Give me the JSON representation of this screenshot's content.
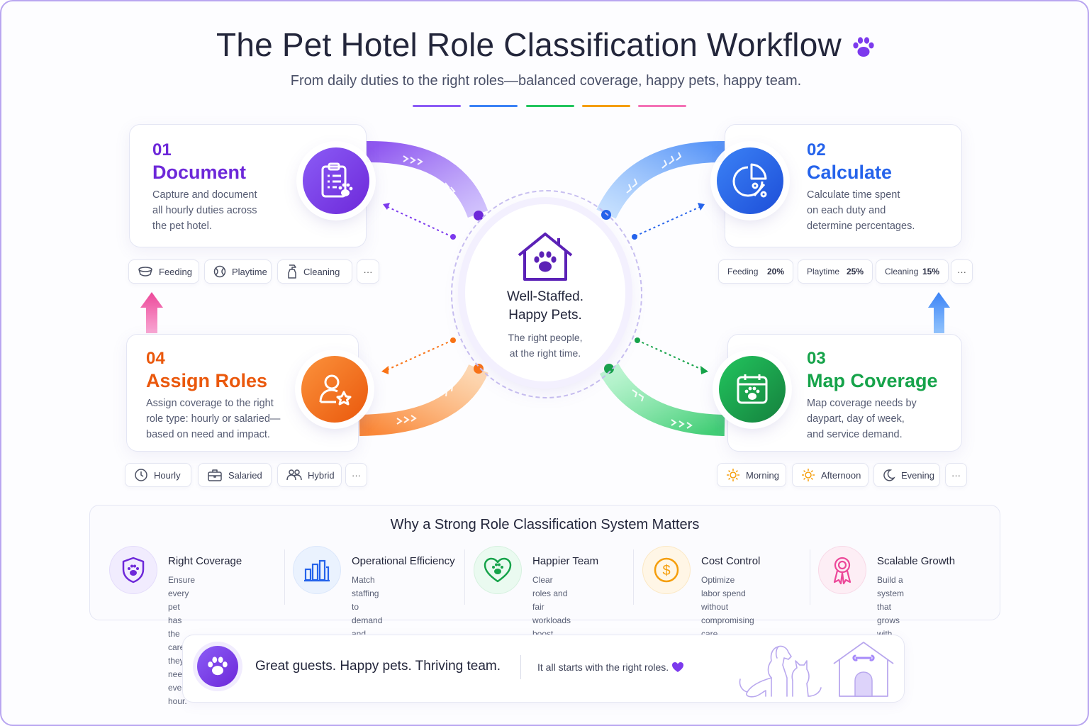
{
  "header": {
    "title": "The Pet Hotel Role Classification Workflow",
    "subtitle": "From daily duties to the right roles—balanced coverage, happy pets, happy team.",
    "accent_colors": [
      "#8b5cf6",
      "#3b82f6",
      "#22c55e",
      "#f59e0b",
      "#f472b6"
    ]
  },
  "steps": [
    {
      "number": "01",
      "title": "Document",
      "description": "Capture and document\nall hourly duties across\nthe pet hotel.",
      "color": "#6d28d9",
      "icon": "clipboard-paw-icon"
    },
    {
      "number": "02",
      "title": "Calculate",
      "description": "Calculate time spent\non each duty and\ndetermine percentages.",
      "color": "#2563eb",
      "icon": "pie-chart-percent-icon"
    },
    {
      "number": "03",
      "title": "Map Coverage",
      "description": "Map coverage needs by\ndaypart, day of week,\nand service demand.",
      "color": "#16a34a",
      "icon": "calendar-paw-icon"
    },
    {
      "number": "04",
      "title": "Assign Roles",
      "description": "Assign coverage to the right\nrole type: hourly or salaried—\nbased on need and impact.",
      "color": "#ea580c",
      "icon": "person-star-icon"
    }
  ],
  "document_chips": [
    {
      "label": "Feeding",
      "icon": "food-bowl-icon"
    },
    {
      "label": "Playtime",
      "icon": "ball-icon"
    },
    {
      "label": "Cleaning",
      "icon": "spray-bottle-icon"
    },
    {
      "label": "···"
    }
  ],
  "calculate_chips": [
    {
      "label": "Feeding",
      "value": "20%"
    },
    {
      "label": "Playtime",
      "value": "25%"
    },
    {
      "label": "Cleaning",
      "value": "15%"
    },
    {
      "label": "···"
    }
  ],
  "coverage_chips": [
    {
      "label": "Morning",
      "icon": "sun-icon"
    },
    {
      "label": "Afternoon",
      "icon": "sun-icon"
    },
    {
      "label": "Evening",
      "icon": "moon-icon"
    },
    {
      "label": "···"
    }
  ],
  "role_chips": [
    {
      "label": "Hourly",
      "icon": "clock-icon"
    },
    {
      "label": "Salaried",
      "icon": "briefcase-icon"
    },
    {
      "label": "Hybrid",
      "icon": "people-icon"
    },
    {
      "label": "···"
    }
  ],
  "hub": {
    "title": "Well-Staffed.\nHappy Pets.",
    "subtitle": "The right people,\nat the right time.",
    "icon": "house-paw-icon"
  },
  "why": {
    "title": "Why a Strong Role Classification System Matters",
    "items": [
      {
        "title": "Right Coverage",
        "description": "Ensure every pet has the\ncare they need, every hour.",
        "icon": "shield-paw-icon",
        "color": "#6d28d9"
      },
      {
        "title": "Operational Efficiency",
        "description": "Match staffing to demand\nand reduce waste.",
        "icon": "bar-chart-icon",
        "color": "#2563eb"
      },
      {
        "title": "Happier Team",
        "description": "Clear roles and fair\nworkloads boost morale.",
        "icon": "heart-paw-icon",
        "color": "#16a34a"
      },
      {
        "title": "Cost Control",
        "description": "Optimize labor spend\nwithout compromising care.",
        "icon": "dollar-icon",
        "color": "#f59e0b"
      },
      {
        "title": "Scalable Growth",
        "description": "Build a system that grows\nwith your pet hotel.",
        "icon": "ribbon-award-icon",
        "color": "#ec4899"
      }
    ]
  },
  "footer": {
    "tagline": "Great guests. Happy pets. Thriving team.",
    "note": "It all starts with the right roles.",
    "icons": [
      "paw-icon",
      "heart-icon",
      "dog-cat-illustration-icon",
      "doghouse-icon"
    ]
  }
}
